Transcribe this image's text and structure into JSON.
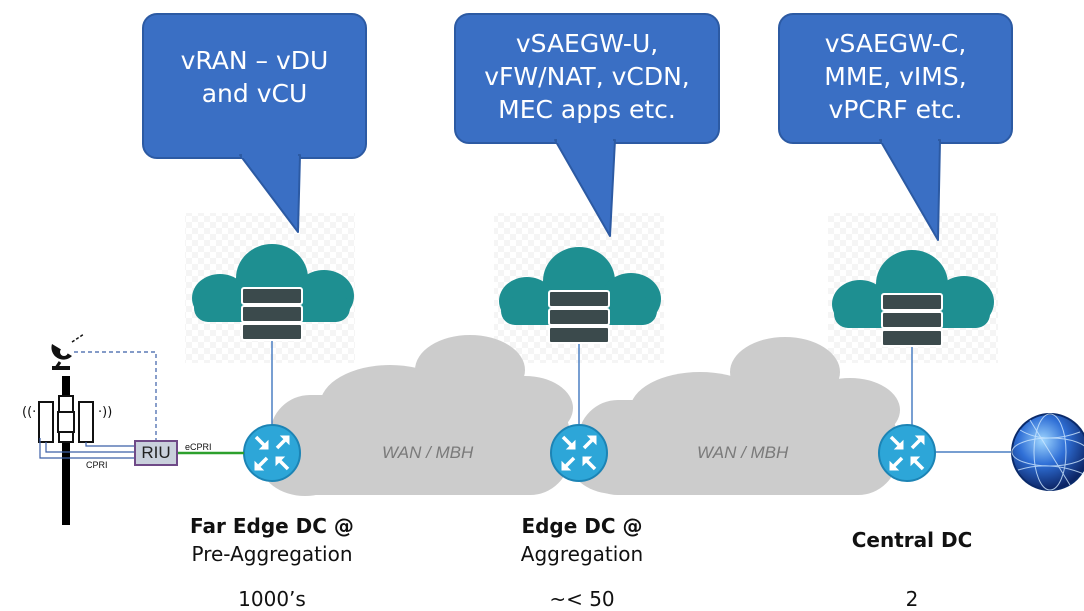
{
  "callouts": [
    {
      "lines": [
        "vRAN – vDU",
        "and vCU"
      ]
    },
    {
      "lines": [
        "vSAEGW-U,",
        "vFW/NAT, vCDN,",
        "MEC apps etc."
      ]
    },
    {
      "lines": [
        "vSAEGW-C,",
        "MME, vIMS,",
        "vPCRF etc."
      ]
    }
  ],
  "wan_labels": [
    "WAN / MBH",
    "WAN / MBH"
  ],
  "tiers": [
    {
      "title": "Far Edge DC @",
      "subtitle": "Pre-Aggregation",
      "count": "1000’s"
    },
    {
      "title": "Edge DC @",
      "subtitle": "Aggregation",
      "count": "~< 50"
    },
    {
      "title": "Central DC",
      "subtitle": "",
      "count": "2"
    }
  ],
  "ran": {
    "riu_label": "RIU",
    "cpri_label": "CPRI",
    "ecpri_label": "eCPRI"
  },
  "colors": {
    "callout": "#3a6fc4",
    "cloud": "#1e8f91",
    "server": "#3b4a4c",
    "router": "#2da6d8",
    "wan": "#cccccc",
    "ecpri_link": "#2ca02c"
  },
  "icons": [
    "satellite-dish-icon",
    "cell-tower-icon",
    "cloud-server-icon",
    "router-icon",
    "globe-icon"
  ]
}
